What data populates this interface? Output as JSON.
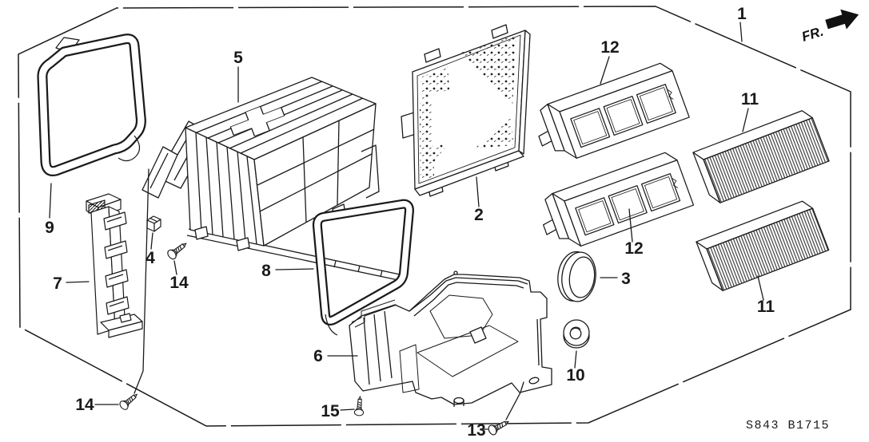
{
  "colors": {
    "ink": "#1a1a1a",
    "paper": "#ffffff"
  },
  "header": {
    "orientation_label": "FR."
  },
  "footer": {
    "diagram_code": "S843 B1715"
  },
  "callouts": {
    "c1": "1",
    "c2": "2",
    "c3": "3",
    "c4": "4",
    "c5": "5",
    "c6": "6",
    "c7": "7",
    "c8": "8",
    "c9": "9",
    "c10": "10",
    "c11a": "11",
    "c11b": "11",
    "c12a": "12",
    "c12b": "12",
    "c13": "13",
    "c14a": "14",
    "c14b": "14",
    "c15": "15"
  }
}
